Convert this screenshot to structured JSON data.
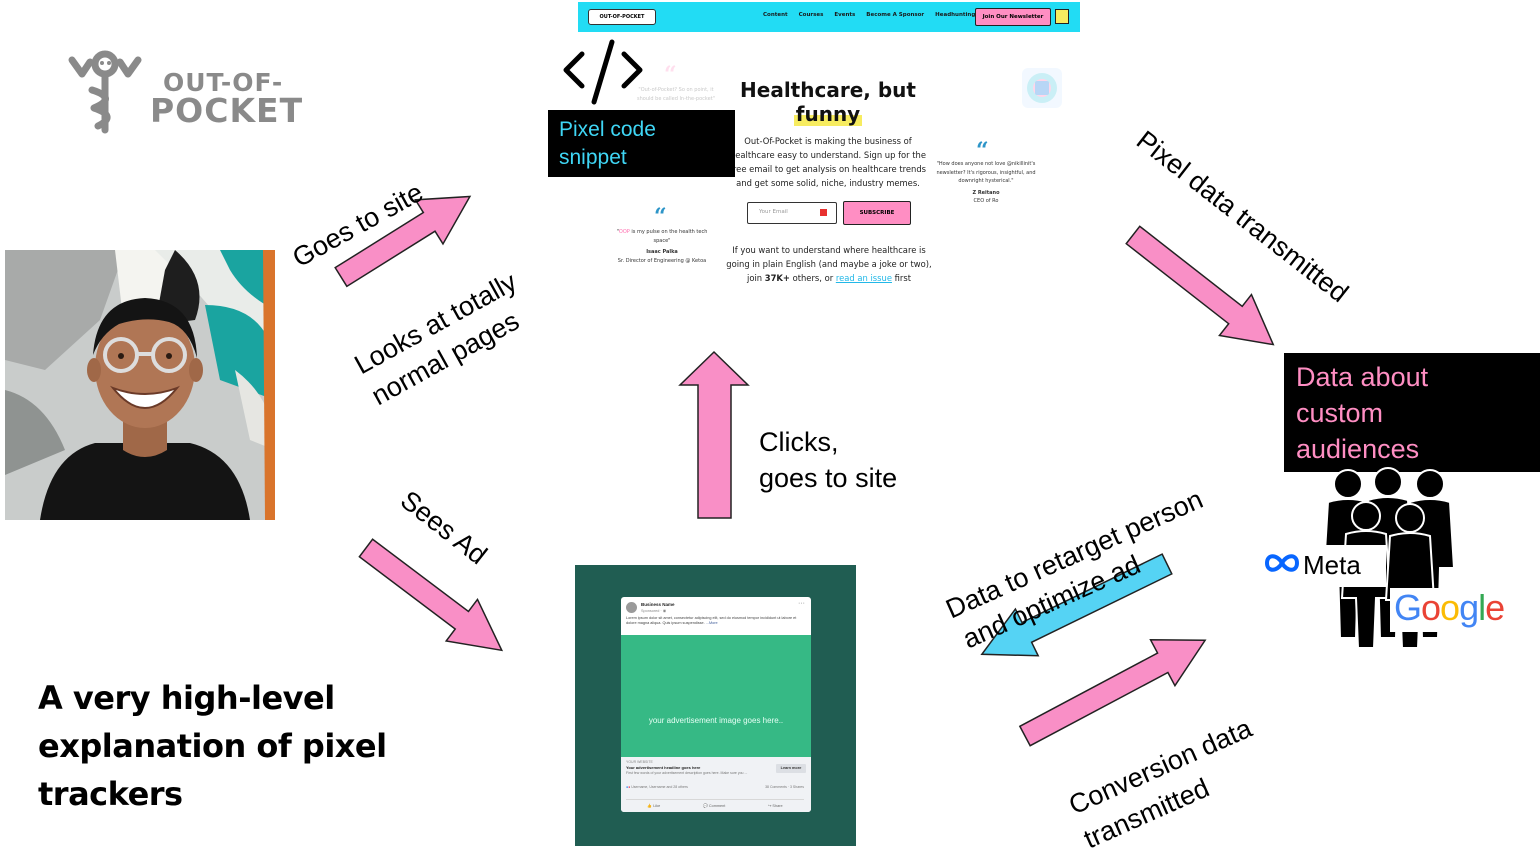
{
  "logo": {
    "line1": "OUT-OF-",
    "line2": "POCKET",
    "color": "#8a8a8a"
  },
  "website": {
    "nav_logo": "OUT-OF-POCKET",
    "nav_links": [
      "Content",
      "Courses",
      "Events",
      "Become A Sponsor",
      "Headhunting"
    ],
    "nav_button": "Join Our Newsletter",
    "title_line1": "Healthcare, but",
    "title_line2": "funny",
    "copy": "Out-Of-Pocket is making the business of healthcare easy to understand. Sign up for the free email to get analysis on healthcare trends and get some solid, niche, industry memes.",
    "email_placeholder": "Your Email",
    "subscribe": "SUBSCRIBE",
    "copy2_a": "If you want to understand where healthcare is going in plain English (and maybe a joke or two), join ",
    "copy2_count": "37K+",
    "copy2_b": " others, or ",
    "copy2_link": "read an issue",
    "copy2_c": " first",
    "quote_left": "\"Out-of-Pocket? So on point, it should be called In-the-pocket\"",
    "quote_mid_a": "\"",
    "quote_mid_link": "OOP",
    "quote_mid_b": " is my pulse on the health tech space\"",
    "quote_mid_name": "Isaac Palka",
    "quote_mid_title": "Sr. Director of Engineering @ Ketoa",
    "quote_right": "\"How does anyone not love @nikillinit's newsletter? It's rigorous, insightful, and downright hysterical.\"",
    "quote_right_name": "Z Reitano",
    "quote_right_title": "CEO of Ro",
    "accent_cyan": "#22dcf4",
    "accent_pink": "#ff8ec3",
    "accent_yellow": "#f7ec60"
  },
  "pixel_box": {
    "label": "Pixel code snippet",
    "icon": "code-icon",
    "text_color": "#3fd6f5"
  },
  "data_box": {
    "label": "Data about custom audiences",
    "text_color": "#ff8ec3"
  },
  "ad": {
    "page_name": "Business Name",
    "sponsored": "Sponsored · ",
    "body": "Lorem ipsum dolor sit amet, consectetur adipiscing elit, sed do eiusmod tempor incididunt ut labore et dolore magna aliqua. Quis ipsum suspendisse. ",
    "body_more": "...More",
    "image_text": "your advertisement image goes here..",
    "url": "YOUR WEBSITE",
    "headline": "Your advertisement headline goes here",
    "description": "First few words of your advertisement description goes here. Make sure you ...",
    "cta": "Learn more",
    "reactions": "Username, Username and 28 others",
    "comments": "38 Comments · 3 Shares",
    "actions": [
      "Like",
      "Comment",
      "Share"
    ],
    "panel_color": "#205d52",
    "image_color": "#36b985"
  },
  "labels": {
    "goes_to_site": "Goes to site",
    "looks_line1": "Looks at totally",
    "looks_line2": "normal pages",
    "pixel_data": "Pixel data transmitted",
    "sees_ad": "Sees Ad",
    "clicks_line1": "Clicks,",
    "clicks_line2": "goes to site",
    "retarget_line1": "Data to retarget person",
    "retarget_line2": "and optimize ad",
    "conversion_line1": "Conversion data",
    "conversion_line2": "transmitted"
  },
  "heading": {
    "line1": "A very high-level",
    "line2": "explanation of pixel",
    "line3": "trackers"
  },
  "brands": {
    "meta": "Meta",
    "google_letters": [
      "G",
      "o",
      "o",
      "g",
      "l",
      "e"
    ],
    "google_colors": [
      "#4285f4",
      "#ea4335",
      "#fbbc05",
      "#4285f4",
      "#34a853",
      "#ea4335"
    ]
  },
  "colors": {
    "arrow_pink": "#f98fc6",
    "arrow_cyan": "#55d3f4"
  }
}
